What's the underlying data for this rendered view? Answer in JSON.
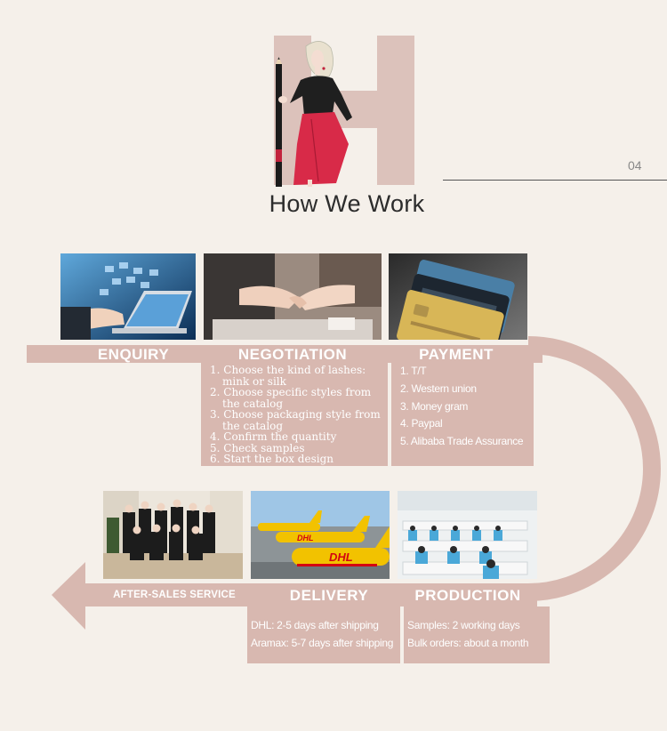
{
  "header": {
    "title": "How We Work",
    "page_number": "04"
  },
  "steps": {
    "enquiry": {
      "label": "ENQUIRY"
    },
    "negotiation": {
      "label": "NEGOTIATION",
      "items": [
        "1. Choose the kind of lashes: mink or silk",
        "2. Choose specific styles from the catalog",
        "3. Choose packaging style from the catalog",
        "4. Confirm the quantity",
        "5. Check samples",
        "6. Start the box design"
      ]
    },
    "payment": {
      "label": "PAYMENT",
      "items": [
        "1. T/T",
        "2. Western union",
        "3. Money gram",
        "4. Paypal",
        "5. Alibaba Trade Assurance"
      ]
    },
    "production": {
      "label": "PRODUCTION",
      "items": [
        "Samples: 2 working days",
        "Bulk orders: about a month"
      ]
    },
    "delivery": {
      "label": "DELIVERY",
      "items": [
        "DHL: 2-5 days after shipping",
        "Aramax: 5-7 days after shipping"
      ]
    },
    "after_sales": {
      "label": "AFTER-SALES SERVICE"
    }
  },
  "colors": {
    "background": "#f5f0ea",
    "band": "#d8b8b0",
    "accent_dhl": "#f2c200",
    "dhl_red": "#d40511"
  },
  "icons": [
    "letter-h-graphic",
    "woman-with-pencil-illustration",
    "laptop-email-photo",
    "handshake-photo",
    "credit-cards-photo",
    "team-photo",
    "dhl-planes-photo",
    "factory-workers-photo",
    "arrow-head-left"
  ]
}
